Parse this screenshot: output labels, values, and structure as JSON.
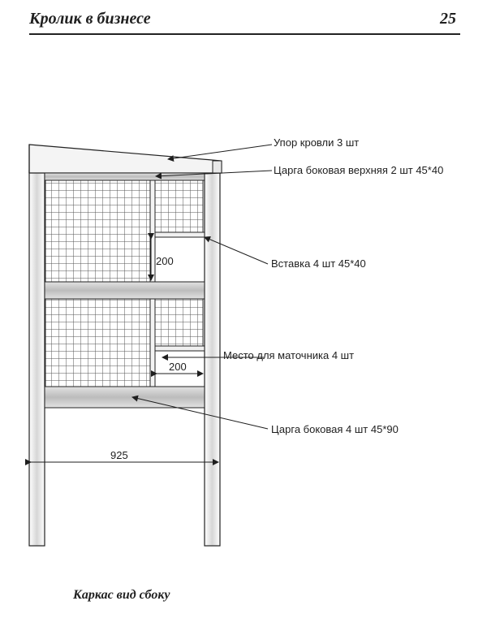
{
  "header": {
    "title": "Кролик в бизнесе",
    "page_number": "25"
  },
  "callouts": [
    {
      "id": "roof-stop",
      "label": "Упор кровли 3 шт"
    },
    {
      "id": "upper-side-rail",
      "label": "Царга боковая верхняя 2 шт 45*40"
    },
    {
      "id": "insert",
      "label": "Вставка 4 шт 45*40"
    },
    {
      "id": "nest-place",
      "label": "Место для маточника 4 шт"
    },
    {
      "id": "side-rail",
      "label": "Царга боковая 4 шт 45*90"
    }
  ],
  "dimensions": {
    "insert_height": "200",
    "nest_width": "200",
    "total_width": "925"
  },
  "caption": "Каркас вид сбоку",
  "colors": {
    "ink": "#1e1e1e",
    "wood": "#f4f4f4",
    "rail_shade": "#c8c8c8",
    "mesh": "#555555"
  }
}
